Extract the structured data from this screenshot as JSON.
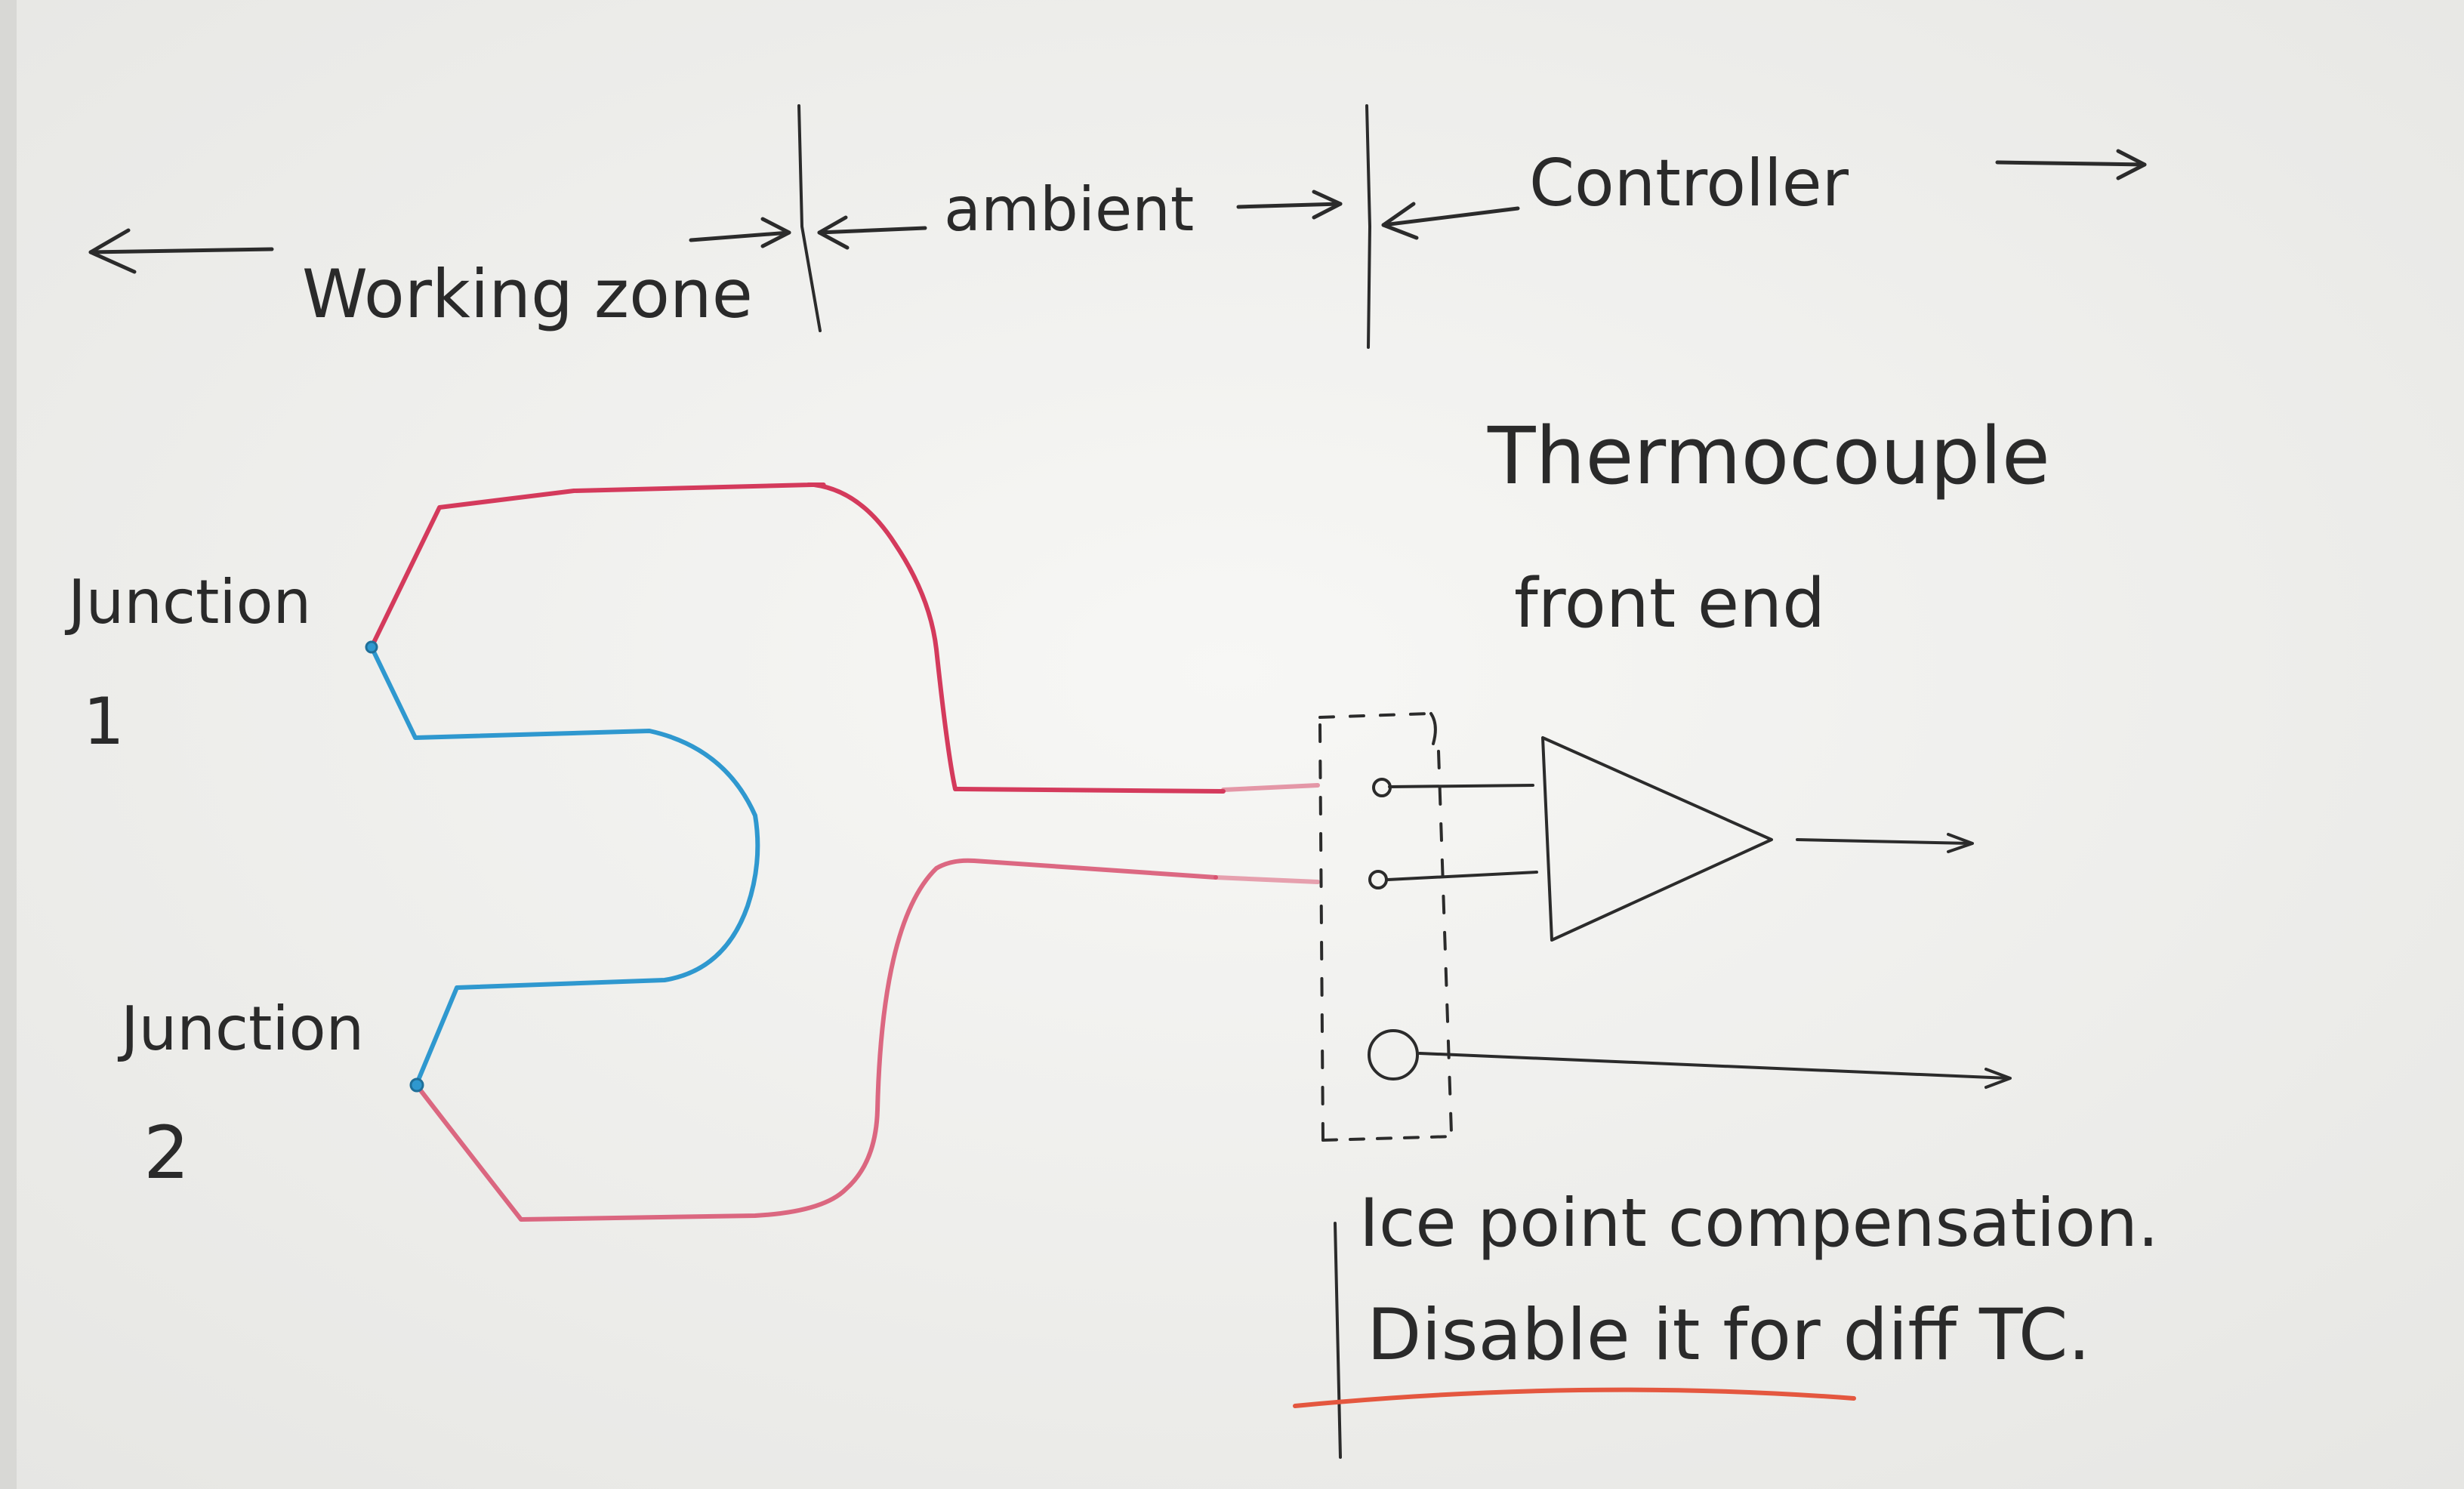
{
  "zones": {
    "working": "Working zone",
    "ambient": "ambient",
    "controller": "Controller"
  },
  "junctions": {
    "j1": "Junction 1",
    "j2": "Junction 2"
  },
  "front_end_label": [
    "Thermocouple",
    "front end"
  ],
  "compensation_note": [
    "Ice point compensation.",
    "Disable it for diff TC."
  ],
  "colors": {
    "wire_red": "#d43a5c",
    "wire_blue": "#2f98cf",
    "ink": "#2b2b2b",
    "board": "#f1f1ef",
    "underline": "#e4573f"
  }
}
